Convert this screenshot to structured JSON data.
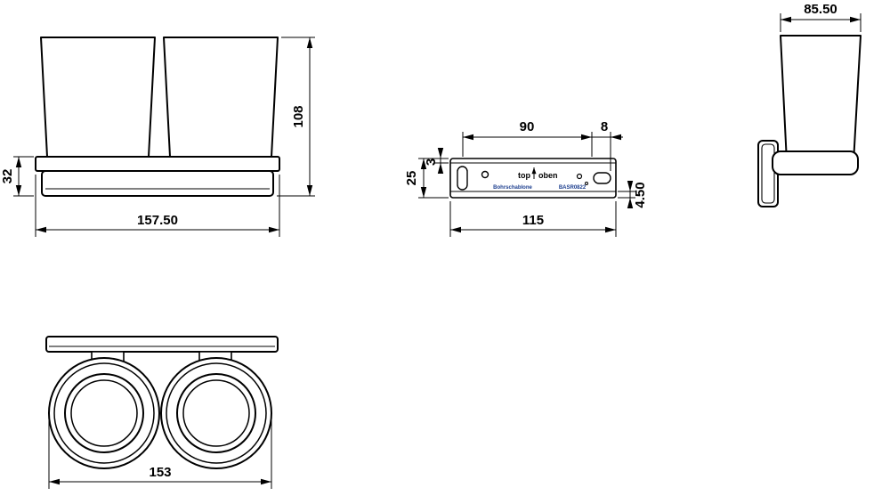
{
  "drawing": {
    "front_view": {
      "dim_mount_height": "32",
      "dim_total_height": "108",
      "dim_total_width": "157.50"
    },
    "mounting_plate_view": {
      "dim_hole_spacing": "90",
      "dim_slot_offset": "8",
      "dim_plate_height": "25",
      "dim_top_edge": "3",
      "dim_bottom_edge": "4.50",
      "dim_plate_width": "115",
      "orientation_left": "top",
      "orientation_right": "oben",
      "print_left": "Bohrschablone",
      "print_right": "BASR0822"
    },
    "side_view": {
      "dim_depth": "85.50"
    },
    "top_view": {
      "dim_width": "153"
    }
  },
  "colors": {
    "line": "#000000",
    "print_text": "#1d3f8f"
  }
}
